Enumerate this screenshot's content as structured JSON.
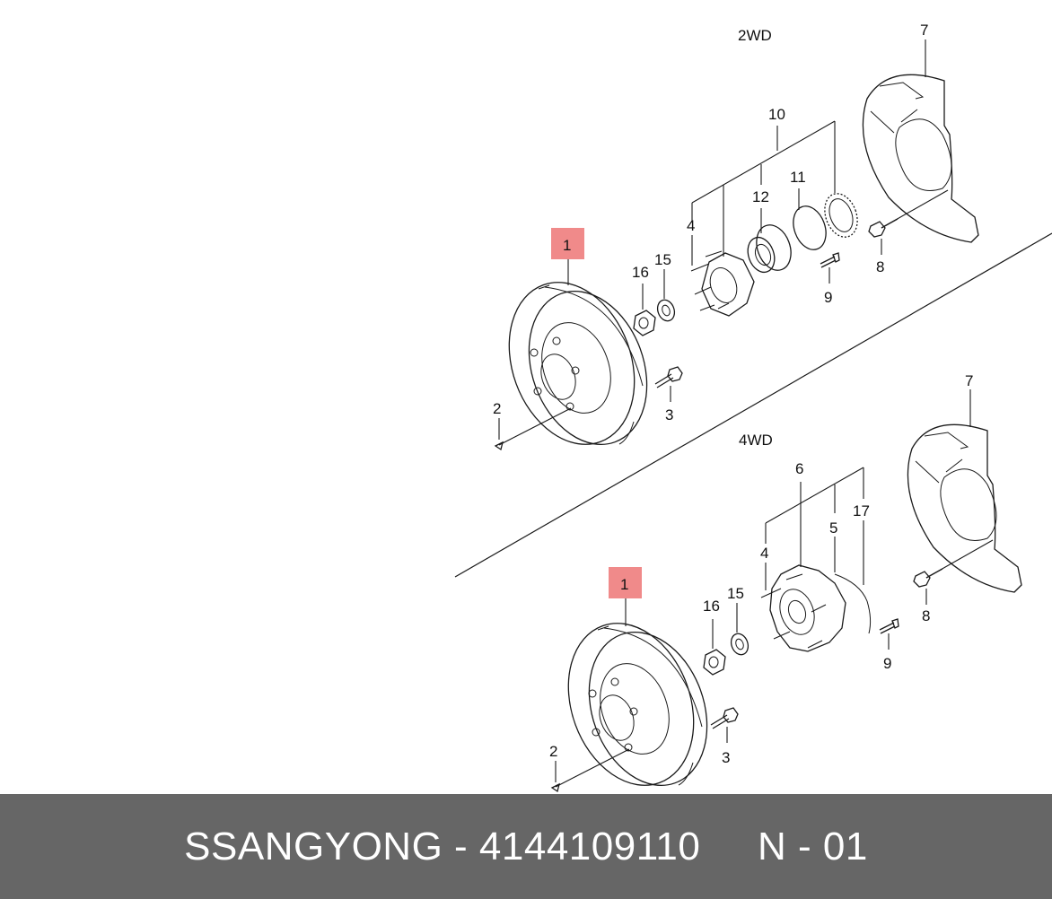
{
  "sections": {
    "top": "2WD",
    "bottom": "4WD"
  },
  "labels_2wd": {
    "l1": "1",
    "l2": "2",
    "l3": "3",
    "l4": "4",
    "l7": "7",
    "l8": "8",
    "l9": "9",
    "l10": "10",
    "l11": "11",
    "l12": "12",
    "l15": "15",
    "l16": "16"
  },
  "labels_4wd": {
    "l1": "1",
    "l2": "2",
    "l3": "3",
    "l4": "4",
    "l5": "5",
    "l6": "6",
    "l7": "7",
    "l8": "8",
    "l9": "9",
    "l15": "15",
    "l16": "16",
    "l17": "17"
  },
  "highlight_color": "#f08a8a",
  "footer": {
    "brand": "SSANGYONG",
    "sep": " - ",
    "part_number": "4144109110",
    "gap": "     ",
    "ref": "N - 01"
  },
  "footer_bg": "#666666"
}
